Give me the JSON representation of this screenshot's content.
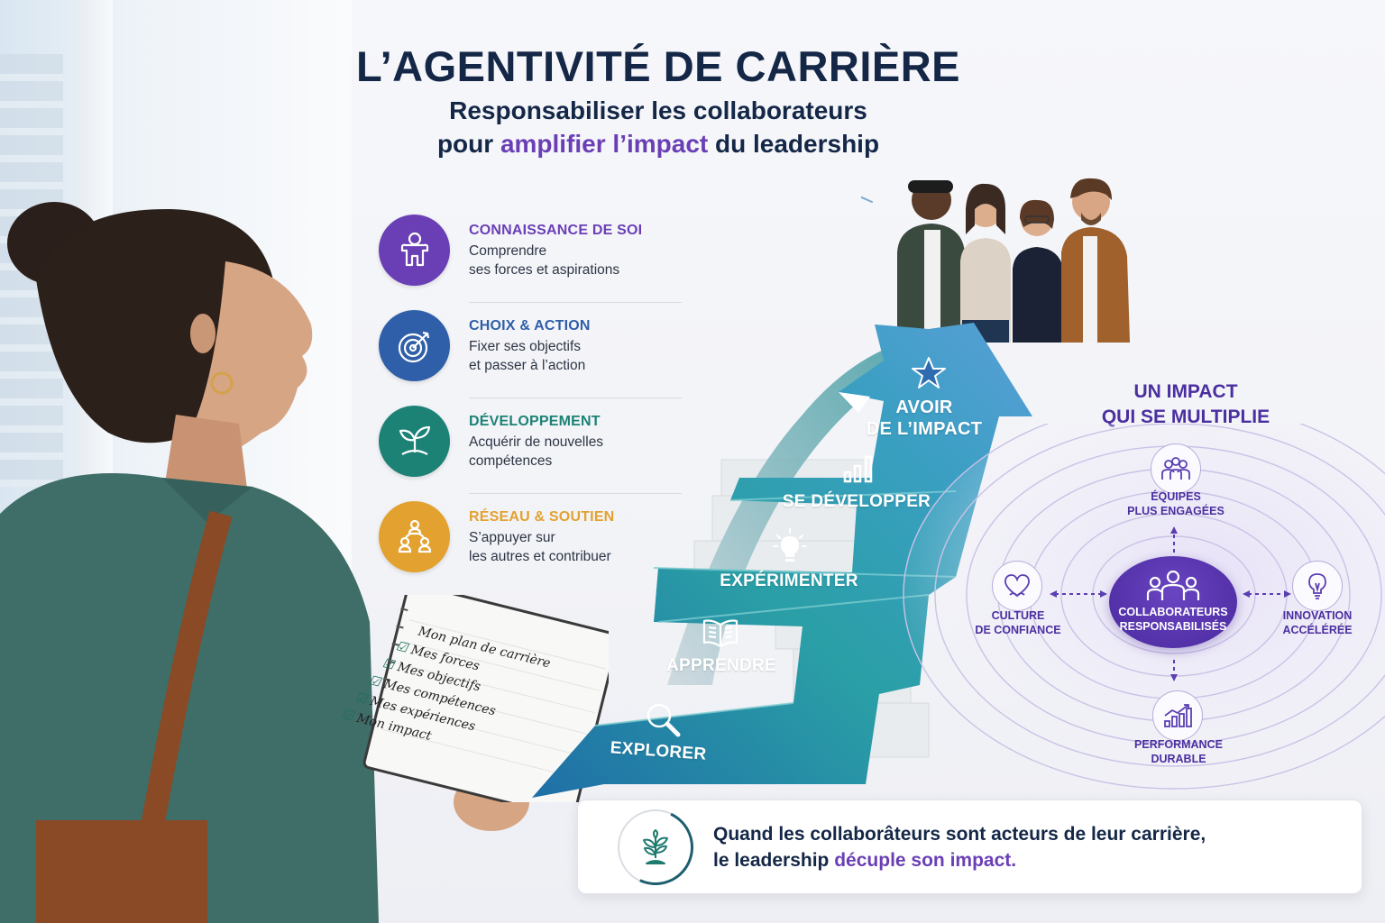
{
  "header": {
    "title": "L’AGENTIVITÉ DE CARRIÈRE",
    "subtitle_line1": "Responsabiliser les collaborateurs",
    "subtitle_line2_pre": "pour ",
    "subtitle_line2_accent": "amplifier l’impact",
    "subtitle_line2_post": " du leadership"
  },
  "pillars": [
    {
      "icon": "person-icon",
      "color": "#6a3fb5",
      "title": "CONNAISSANCE DE SOI",
      "desc_line1": "Comprendre",
      "desc_line2": "ses forces et aspirations"
    },
    {
      "icon": "target-icon",
      "color": "#2f5fa8",
      "title": "CHOIX & ACTION",
      "desc_line1": "Fixer ses objectifs",
      "desc_line2": "et passer à l’action"
    },
    {
      "icon": "sprout-icon",
      "color": "#1c8275",
      "title": "DÉVELOPPEMENT",
      "desc_line1": "Acquérir de nouvelles",
      "desc_line2": "compétences"
    },
    {
      "icon": "network-icon",
      "color": "#e3a12f",
      "title": "RÉSEAU & SOUTIEN",
      "desc_line1": "S’appuyer sur",
      "desc_line2": "les autres et contribuer"
    }
  ],
  "stairs": {
    "steps": [
      {
        "icon": "magnifier-icon",
        "label": "EXPLORER"
      },
      {
        "icon": "book-icon",
        "label": "APPRENDRE"
      },
      {
        "icon": "lightbulb-icon",
        "label": "EXPÉRIMENTER"
      },
      {
        "icon": "bar-chart-icon",
        "label": "SE DÉVELOPPER"
      },
      {
        "icon": "star-icon",
        "label_line1": "AVOIR",
        "label_line2": "DE L’IMPACT"
      }
    ]
  },
  "notebook": {
    "title": "Mon plan de carrière",
    "items": [
      "Mes forces",
      "Mes objectifs",
      "Mes compétences",
      "Mes expériences",
      "Mon impact"
    ]
  },
  "impact": {
    "title_line1": "UN IMPACT",
    "title_line2": "QUI SE MULTIPLIE",
    "core": {
      "icon": "team-icon",
      "line1": "COLLABORATEURS",
      "line2": "RESPONSABILISÉS"
    },
    "nodes": {
      "top": {
        "icon": "group-icon",
        "line1": "ÉQUIPES",
        "line2": "PLUS ENGAGÉES"
      },
      "left": {
        "icon": "heart-icon",
        "line1": "CULTURE",
        "line2": "DE CONFIANCE"
      },
      "right": {
        "icon": "lightbulb-icon",
        "line1": "INNOVATION",
        "line2": "ACCÉLÉRÉE"
      },
      "bottom": {
        "icon": "growth-chart-icon",
        "line1": "PERFORMANCE",
        "line2": "DURABLE"
      }
    },
    "accent_color": "#4b2fa0"
  },
  "quote": {
    "icon": "sprout-icon",
    "line1": "Quand les collaborâteurs sont acteurs de leur carrière,",
    "line2_pre": "le leadership ",
    "line2_accent": "décuple son impact."
  }
}
